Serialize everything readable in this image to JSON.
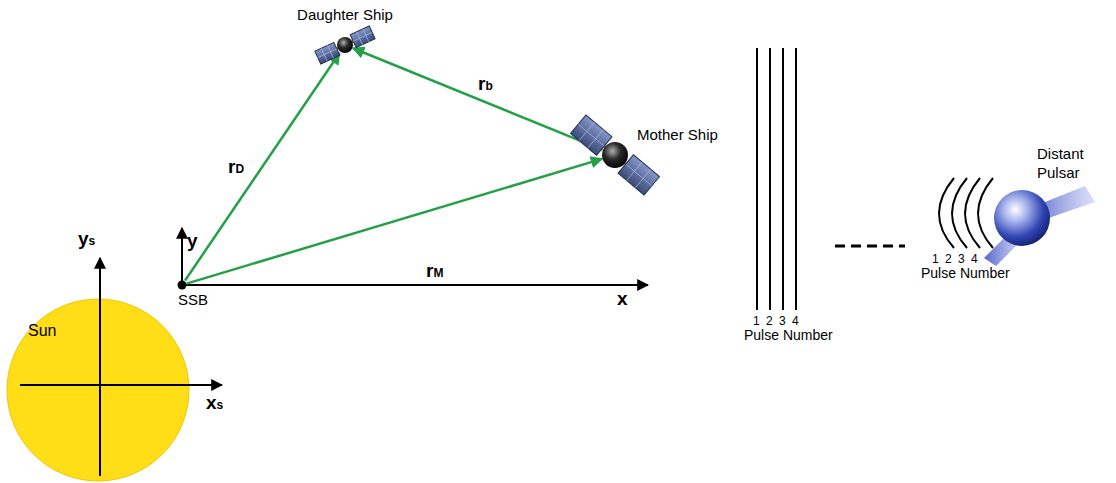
{
  "diagram": {
    "nodes": [
      {
        "text": [
          "Daughter Ship"
        ]
      },
      {
        "text": [
          "Mother Ship"
        ]
      },
      {
        "text": [
          "Distant Pulsar"
        ]
      },
      {
        "text": [
          "Sun"
        ]
      },
      {
        "text": [
          "SSB"
        ]
      }
    ],
    "edges": [
      {
        "from": 4,
        "to": 0,
        "arrow": "to",
        "label": "rD"
      },
      {
        "from": 0,
        "to": 1,
        "arrow": "both",
        "label": "rb"
      },
      {
        "from": 4,
        "to": 1,
        "arrow": "to",
        "label": "rM"
      }
    ],
    "labels": [
      "y",
      "ys",
      "x",
      "xs",
      "1",
      "2",
      "3",
      "4",
      "Pulse Number",
      "1",
      "2",
      "3",
      "4",
      "Pulse Number"
    ]
  }
}
